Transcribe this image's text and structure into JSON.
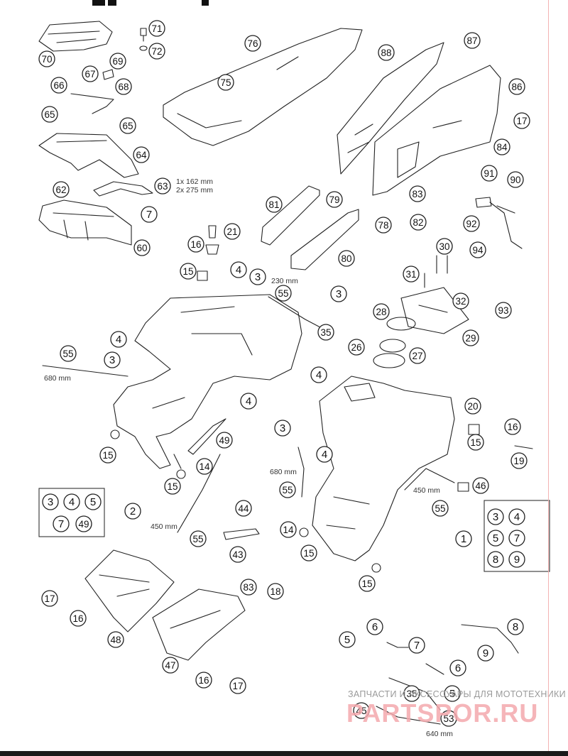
{
  "parts": [
    "1",
    "2",
    "3",
    "4",
    "5",
    "6",
    "7",
    "8",
    "9",
    "14",
    "15",
    "16",
    "17",
    "18",
    "19",
    "20",
    "21",
    "26",
    "27",
    "28",
    "29",
    "30",
    "31",
    "32",
    "35",
    "43",
    "44",
    "45",
    "46",
    "47",
    "48",
    "49",
    "53",
    "55",
    "60",
    "62",
    "63",
    "64",
    "65",
    "66",
    "67",
    "68",
    "69",
    "70",
    "71",
    "72",
    "75",
    "76",
    "78",
    "79",
    "80",
    "81",
    "82",
    "83",
    "84",
    "86",
    "87",
    "88",
    "90",
    "91",
    "92",
    "93",
    "94"
  ],
  "dimensions": {
    "d63": "1x 162 mm\n2x 275 mm",
    "d230": "230 mm",
    "d680a": "680 mm",
    "d680b": "680 mm",
    "d450a": "450 mm",
    "d450b": "450 mm",
    "d640": "640 mm"
  },
  "group_boxes": {
    "frame_group": [
      "3",
      "4",
      "5",
      "7",
      "49"
    ],
    "tank_group": [
      "3",
      "4",
      "5",
      "7",
      "8",
      "9"
    ]
  },
  "watermark": {
    "caption": "ЗАПЧАСТИ И АКСЕССУАРЫ ДЛЯ МОТОТЕХНИКИ",
    "logo": "PARTSPOR.RU"
  }
}
